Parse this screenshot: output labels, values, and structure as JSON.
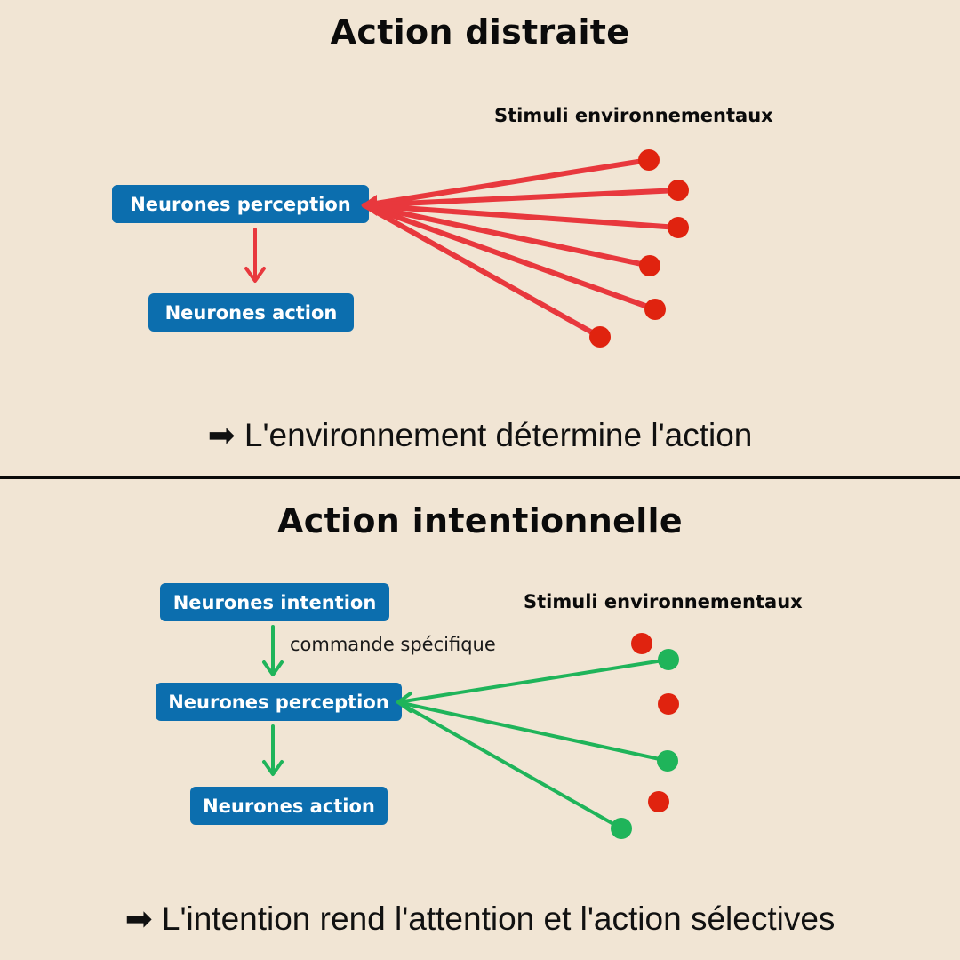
{
  "top": {
    "title": "Action distraite",
    "stimuli_label": "Stimuli environnementaux",
    "perception_label": "Neurones perception",
    "action_label": "Neurones action",
    "conclusion": "➡ L'environnement détermine l'action",
    "stimuli": [
      {
        "status": "attended"
      },
      {
        "status": "attended"
      },
      {
        "status": "attended"
      },
      {
        "status": "attended"
      },
      {
        "status": "attended"
      },
      {
        "status": "attended"
      }
    ]
  },
  "bottom": {
    "title": "Action intentionnelle",
    "stimuli_label": "Stimuli environnementaux",
    "intention_label": "Neurones intention",
    "command_label": "commande spécifique",
    "perception_label": "Neurones perception",
    "action_label": "Neurones action",
    "conclusion": "➡ L'intention rend l'attention et l'action sélectives",
    "stimuli": [
      {
        "status": "ignored"
      },
      {
        "status": "selected"
      },
      {
        "status": "ignored"
      },
      {
        "status": "selected"
      },
      {
        "status": "ignored"
      },
      {
        "status": "selected"
      }
    ]
  },
  "colors": {
    "background": "#f1e5d4",
    "box": "#0c6eae",
    "red": "#e8383d",
    "dot_red": "#e0230f",
    "green": "#1fb45a"
  }
}
